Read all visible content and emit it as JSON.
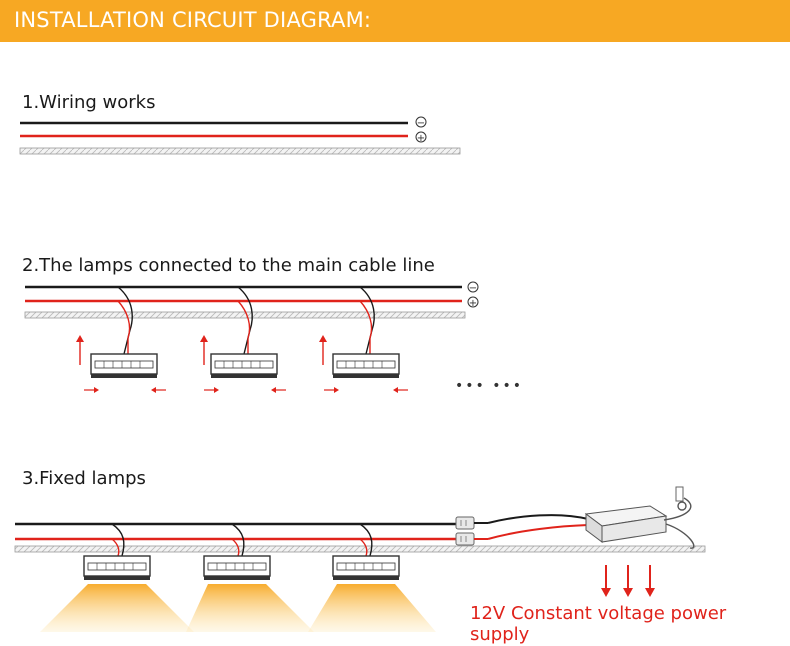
{
  "header": {
    "title": "INSTALLATION CIRCUIT DIAGRAM:"
  },
  "steps": [
    {
      "label": "1.Wiring works"
    },
    {
      "label": "2.The lamps connected to the main cable line"
    },
    {
      "label": "3.Fixed lamps"
    }
  ],
  "terminals": {
    "negative": "−",
    "positive": "+"
  },
  "more_indicator": "••• •••",
  "power_supply": {
    "label": "12V Constant voltage power supply"
  },
  "colors": {
    "header": "#f7a823",
    "wire_negative": "#1a1a1a",
    "wire_positive": "#e0231b",
    "arrow": "#e0231b",
    "light": "#f7b733"
  }
}
